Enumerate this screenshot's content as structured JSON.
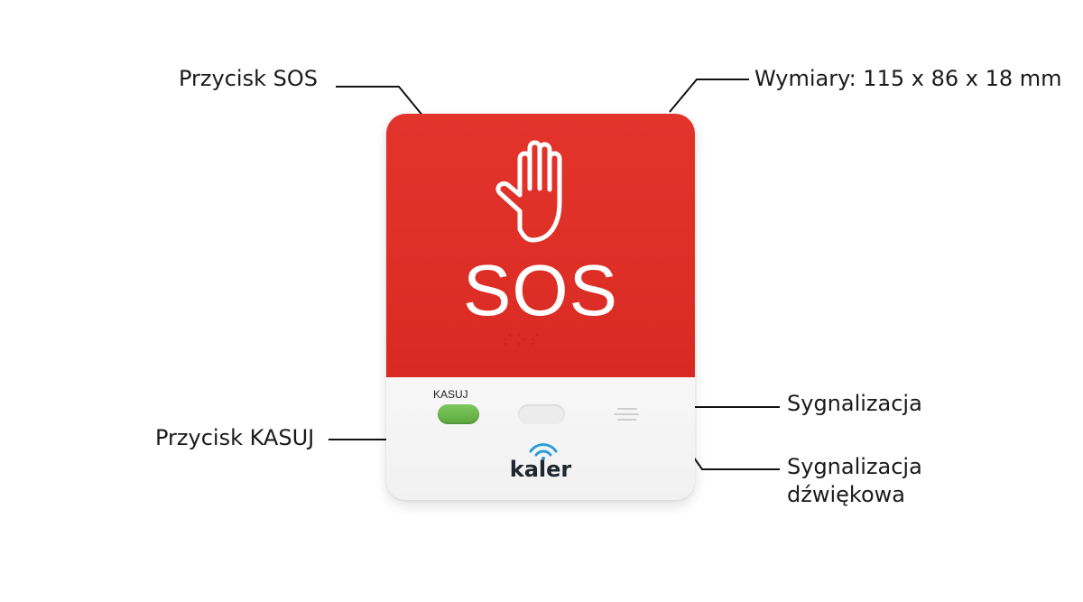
{
  "callouts": {
    "sos_button": "Przycisk SOS",
    "dimensions": "Wymiary: 115 x 86 x 18 mm",
    "signaling": "Sygnalizacja",
    "reset_button": "Przycisk KASUJ",
    "sound_signaling": "Sygnalizacja dźwiękowa"
  },
  "device": {
    "sos_label": "SOS",
    "reset_label": "KASUJ",
    "brand": "kaler",
    "braille_text": "⠎⠕⠎",
    "colors": {
      "red_panel": "#e0312a",
      "white_panel": "#f4f4f4",
      "reset_green": "#6cbb4c",
      "logo_blue": "#2a9ed8"
    },
    "icons": [
      "hand-icon",
      "wireless-icon",
      "speaker-grille"
    ]
  }
}
